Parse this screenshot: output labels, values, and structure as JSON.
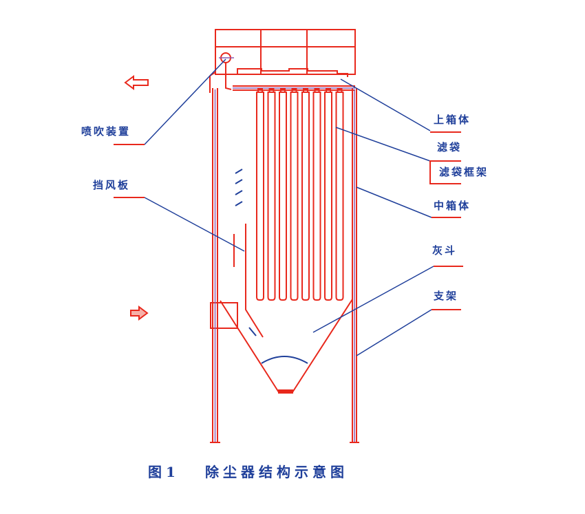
{
  "labels": {
    "spray_device": "喷吹装置",
    "baffle": "挡风板",
    "upper_box": "上箱体",
    "filter_bag": "滤袋",
    "bag_cage": "滤袋框架",
    "middle_box": "中箱体",
    "ash_hopper": "灰斗",
    "support": "支架"
  },
  "caption": {
    "figure_no": "图1",
    "title": "除尘器结构示意图"
  },
  "colors": {
    "structure": "#e8281c",
    "leader": "#1f3f9a",
    "accent": "#8a5ab0"
  }
}
